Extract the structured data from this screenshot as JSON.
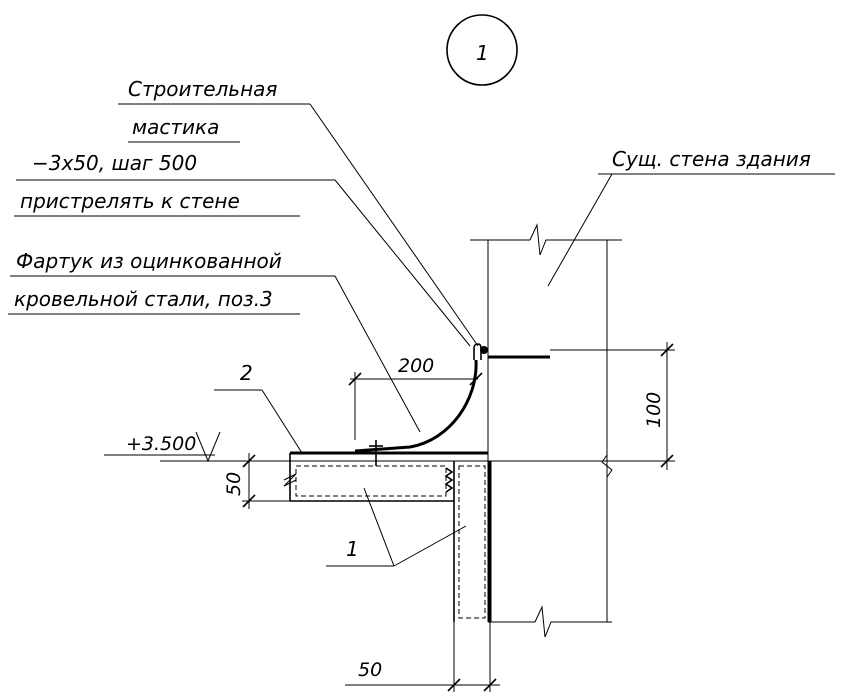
{
  "drawing": {
    "callout_number": "1",
    "labels": {
      "mastic_line1": "Строительная",
      "mastic_line2": "мастика",
      "strip_line1": "−3х50, шаг 500",
      "strip_line2": "пристрелять к стене",
      "wall": "Сущ. стена здания",
      "apron_line1": "Фартук из оцинкованной",
      "apron_line2": "кровельной стали, поз.3",
      "pos2": "2",
      "pos1": "1"
    },
    "level_mark": "+3.500",
    "dimensions": {
      "d200": "200",
      "d100": "100",
      "d50_vertical": "50",
      "d50_bottom": "50"
    }
  }
}
